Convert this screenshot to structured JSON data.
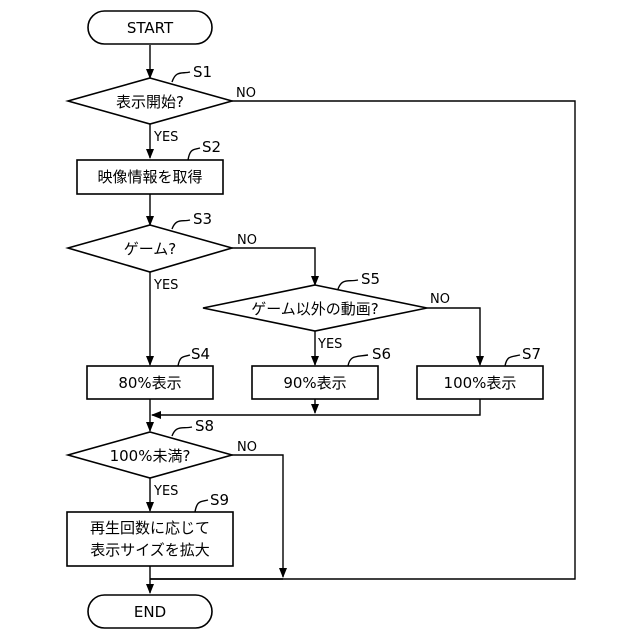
{
  "terminals": {
    "start": "START",
    "end": "END"
  },
  "steps": {
    "s1": {
      "id": "S1",
      "text": "表示開始?"
    },
    "s2": {
      "id": "S2",
      "text": "映像情報を取得"
    },
    "s3": {
      "id": "S3",
      "text": "ゲーム?"
    },
    "s4": {
      "id": "S4",
      "text": "80%表示"
    },
    "s5": {
      "id": "S5",
      "text": "ゲーム以外の動画?"
    },
    "s6": {
      "id": "S6",
      "text": "90%表示"
    },
    "s7": {
      "id": "S7",
      "text": "100%表示"
    },
    "s8": {
      "id": "S8",
      "text": "100%未満?"
    },
    "s9": {
      "id": "S9",
      "text_line1": "再生回数に応じて",
      "text_line2": "表示サイズを拡大"
    }
  },
  "branches": {
    "yes": "YES",
    "no": "NO"
  }
}
